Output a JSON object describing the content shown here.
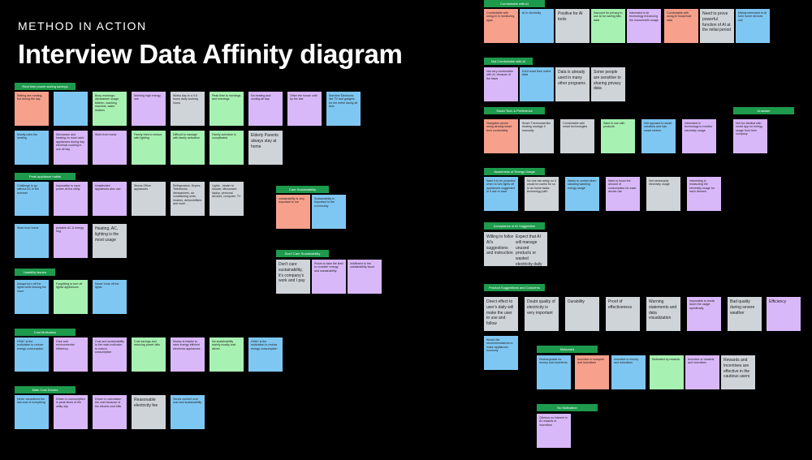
{
  "header": {
    "eyebrow": "METHOD IN ACTION",
    "title": "Interview Data Affinity diagram"
  },
  "colors": {
    "background": "#000000",
    "label": "#1e9a4c",
    "salmon": "#f7a08c",
    "blue": "#7fc7f3",
    "grey": "#cfd4d9",
    "green": "#a7f1b2",
    "purple": "#d9b8fa",
    "dark_grey": "#b6bcc2"
  },
  "groups": [
    {
      "label": "Real time power saving savings"
    },
    {
      "label": "Peak appliance habits"
    },
    {
      "label": "Usability Issues"
    },
    {
      "label": "Cost Motivation"
    },
    {
      "label": "Main Cost Drivers"
    },
    {
      "label": "Care Sustainability"
    },
    {
      "label": "Don't Care Sustainability"
    },
    {
      "label": "Comfortable with AI"
    },
    {
      "label": "Not Comfortable with AI"
    },
    {
      "label": "Smart Tech & Preference"
    },
    {
      "label": "Unaware"
    },
    {
      "label": "Awareness of Energy Usage"
    },
    {
      "label": "Acceptance of AI Suggestion"
    },
    {
      "label": "Product Suggestions and Concerns"
    },
    {
      "label": "Motivated"
    },
    {
      "label": "No Motivation"
    }
  ],
  "notes": [
    {
      "text": "Setting are running, but during the day",
      "color": "salmon"
    },
    {
      "text": "",
      "color": "blue"
    },
    {
      "text": "Busy mornings: dishwasher usage, kitchen, washing machine, water heaters",
      "color": "green"
    },
    {
      "text": "Morning high energy use",
      "color": "purple"
    },
    {
      "text": "Works day to a 9-5 hours daily working hours",
      "color": "grey"
    },
    {
      "text": "Peak time is mornings and evenings",
      "color": "green"
    },
    {
      "text": "No heating and cooling all day",
      "color": "purple"
    },
    {
      "text": "Other the house until by the last",
      "color": "purple"
    },
    {
      "text": "Machine Electronic like TV and gadgets for the entire family all time",
      "color": "blue"
    },
    {
      "text": "Mostly uses the heating",
      "color": "blue"
    },
    {
      "text": "Microwave and heating on most used appliances during day electrical cooking in use all day",
      "color": "purple"
    },
    {
      "text": "Work from home",
      "color": "purple"
    },
    {
      "text": "Family tries to reduce with lighting",
      "color": "green"
    },
    {
      "text": "Difficult to manage with family activation",
      "color": "green"
    },
    {
      "text": "Family schedule is complicated",
      "color": "green"
    },
    {
      "text": "Elderly Parents always stay at home",
      "color": "grey",
      "large": true
    },
    {
      "text": "Challenge to go without AC in the summer",
      "color": "blue"
    },
    {
      "text": "Impossible to save power all the utility",
      "color": "purple"
    },
    {
      "text": "Unattended appliances also use",
      "color": "purple"
    },
    {
      "text": "Stores Office appliances",
      "color": "grey"
    },
    {
      "text": "Refrigerators, Dryers, Televisions, dishwashers, air conditioning units, heaters, dehumidifiers and more",
      "color": "grey"
    },
    {
      "text": "Lights - heater to shower, Microwave laptop, personal devices, computer, TV",
      "color": "grey"
    },
    {
      "text": "Work from home",
      "color": "blue"
    },
    {
      "text": "portable AC & energy hog",
      "color": "purple"
    },
    {
      "text": "Heating, AC, lighting is the most usage",
      "color": "grey",
      "large": true
    },
    {
      "text": "Always turn off the lights while leaving the room",
      "color": "blue"
    },
    {
      "text": "Forgetting to turn off lights/ appliances",
      "color": "green"
    },
    {
      "text": "Never turns off the lights",
      "color": "blue"
    },
    {
      "text": "HVAC is the motivation to reduce energy consumption",
      "color": "blue"
    },
    {
      "text": "Care and environmental efficiency",
      "color": "purple"
    },
    {
      "text": "Cost and sustainability is the main motivator to reduce consumption",
      "color": "purple"
    },
    {
      "text": "Cost savings and reducing power bills",
      "color": "green"
    },
    {
      "text": "Money is helpful to save energy efficient electronic appliances",
      "color": "purple"
    },
    {
      "text": "No sustainability mainly mostly cost driven",
      "color": "green"
    },
    {
      "text": "HVAC is the motivation to reduce energy consumption",
      "color": "blue"
    },
    {
      "text": "Never considered the last cost of everything",
      "color": "blue"
    },
    {
      "text": "Driven to consumption in peak times of the utility day",
      "color": "purple"
    },
    {
      "text": "Driven to calculation the cost because of the electric cost bills",
      "color": "purple"
    },
    {
      "text": "Reasonable electricity fee",
      "color": "grey",
      "large": true
    },
    {
      "text": "Sends comfort over cost and sustainability",
      "color": "blue"
    },
    {
      "text": "sustainability is very important to me",
      "color": "salmon"
    },
    {
      "text": "Sustainability is important to the community",
      "color": "blue"
    },
    {
      "text": "Don't care sustainability, it's company's work and I pay",
      "color": "grey",
      "large": true
    },
    {
      "text": "Prices to take the lead to consider energy and sustainability",
      "color": "purple"
    },
    {
      "text": "Indifferent to the sustainability issue",
      "color": "purple"
    },
    {
      "text": "Comfortable with using AI in monitoring apps",
      "color": "salmon"
    },
    {
      "text": "AI in electricity",
      "color": "blue"
    },
    {
      "text": "Positive for AI tools",
      "color": "grey",
      "large": true
    },
    {
      "text": "Discount for privacy to use AI for saving bills data",
      "color": "green"
    },
    {
      "text": "Interested in AI technology enhancing the household's usage",
      "color": "purple"
    },
    {
      "text": "Comfortable with using AI household data",
      "color": "salmon"
    },
    {
      "text": "Need to prove powerful function of AI at the initial period",
      "color": "grey",
      "large": true
    },
    {
      "text": "Mainly interested in AI form home devices use",
      "color": "blue"
    },
    {
      "text": "Not very comfortable with AI, because of the flaws",
      "color": "purple"
    },
    {
      "text": "Don't want their online data",
      "color": "blue"
    },
    {
      "text": "Data is already used in many other programs",
      "color": "grey",
      "large": true
    },
    {
      "text": "Some people are sensitive to sharing privacy data",
      "color": "grey",
      "large": true
    },
    {
      "text": "Navigates phone using already smart tech comfortably",
      "color": "salmon"
    },
    {
      "text": "Smart Thermostat like heating manage it manually",
      "color": "grey"
    },
    {
      "text": "Comfortable with smart technologies",
      "color": "grey"
    },
    {
      "text": "Want to use with products",
      "color": "green"
    },
    {
      "text": "Not opposed to smart solutions and has smart meters",
      "color": "blue"
    },
    {
      "text": "Interested in technology to monitor electricity usage",
      "color": "purple"
    },
    {
      "text": "Not too familiar with smart app for energy usage from their company",
      "color": "purple"
    },
    {
      "text": "Want it to be proactive when to turn lights off appliances suggested to it use or save",
      "color": "blue"
    },
    {
      "text": "No one can setup so it would be useful for us to do home tasks technology path",
      "color": "grey"
    },
    {
      "text": "Wants to control when standing washing energy usage",
      "color": "blue"
    },
    {
      "text": "Want to know the amount of consumption for each device use",
      "color": "purple"
    },
    {
      "text": "Not necessarily electricity usage",
      "color": "grey"
    },
    {
      "text": "Interesting in measuring the electricity usage for each devices",
      "color": "purple"
    },
    {
      "text": "Willing to follow AI's suggestions and instructions",
      "color": "grey",
      "large": true
    },
    {
      "text": "Expect that AI will manage unused products or wasted electricity daily",
      "color": "grey",
      "large": true
    },
    {
      "text": "Direct effect to user's daily will make the user to use and follow",
      "color": "grey",
      "large": true
    },
    {
      "text": "Doubt quality of electricity is very important",
      "color": "grey",
      "large": true
    },
    {
      "text": "Durability",
      "color": "grey",
      "large": true
    },
    {
      "text": "Proof of effectiveness",
      "color": "grey",
      "large": true
    },
    {
      "text": "Warning statements and data visualization",
      "color": "grey",
      "large": true
    },
    {
      "text": "Impossible to break down the usage specifically",
      "color": "purple"
    },
    {
      "text": "Bad quality during severe weather",
      "color": "grey",
      "large": true
    },
    {
      "text": "Efficiency",
      "color": "purple",
      "large": true
    },
    {
      "text": "Would like recommendations to make appliances economy",
      "color": "blue"
    },
    {
      "text": "Rechargeable for money and incentives",
      "color": "blue"
    },
    {
      "text": "Incentive to compete and incentives",
      "color": "salmon"
    },
    {
      "text": "Incentive to money and incentives",
      "color": "blue"
    },
    {
      "text": "Motivated by rewards",
      "color": "green"
    },
    {
      "text": "Incentive or rewards and incentives",
      "color": "purple"
    },
    {
      "text": "Rewards and Incentives are effective in the cautious users",
      "color": "grey",
      "large": true
    },
    {
      "text": "Obvious no interest in AI rewards or incentives",
      "color": "purple"
    }
  ]
}
